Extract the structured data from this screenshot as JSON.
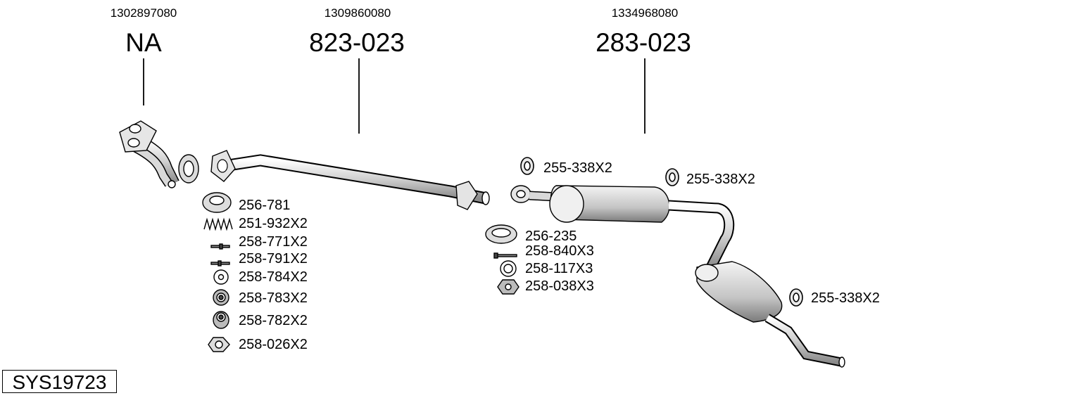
{
  "assemblies": [
    {
      "oe_number": "1302897080",
      "part_number": "NA"
    },
    {
      "oe_number": "1309860080",
      "part_number": "823-023"
    },
    {
      "oe_number": "1334968080",
      "part_number": "283-023"
    }
  ],
  "accessories_left": [
    {
      "code": "256-781",
      "icon": "gasket-ring-icon"
    },
    {
      "code": "251-932X2",
      "icon": "spring-icon"
    },
    {
      "code": "258-771X2",
      "icon": "bolt-icon"
    },
    {
      "code": "258-791X2",
      "icon": "bolt-icon"
    },
    {
      "code": "258-784X2",
      "icon": "washer-icon"
    },
    {
      "code": "258-783X2",
      "icon": "washer-icon"
    },
    {
      "code": "258-782X2",
      "icon": "sleeve-icon"
    },
    {
      "code": "258-026X2",
      "icon": "hex-nut-icon"
    }
  ],
  "accessories_middle": [
    {
      "code": "256-235",
      "icon": "gasket-ring-icon"
    },
    {
      "code": "258-840X3",
      "icon": "bolt-icon"
    },
    {
      "code": "258-117X3",
      "icon": "washer-icon"
    },
    {
      "code": "258-038X3",
      "icon": "hex-nut-icon"
    }
  ],
  "hangers": [
    {
      "code": "255-338X2",
      "icon": "rubber-hanger-icon"
    },
    {
      "code": "255-338X2",
      "icon": "rubber-hanger-icon"
    },
    {
      "code": "255-338X2",
      "icon": "rubber-hanger-icon"
    }
  ],
  "system_code": "SYS19723"
}
